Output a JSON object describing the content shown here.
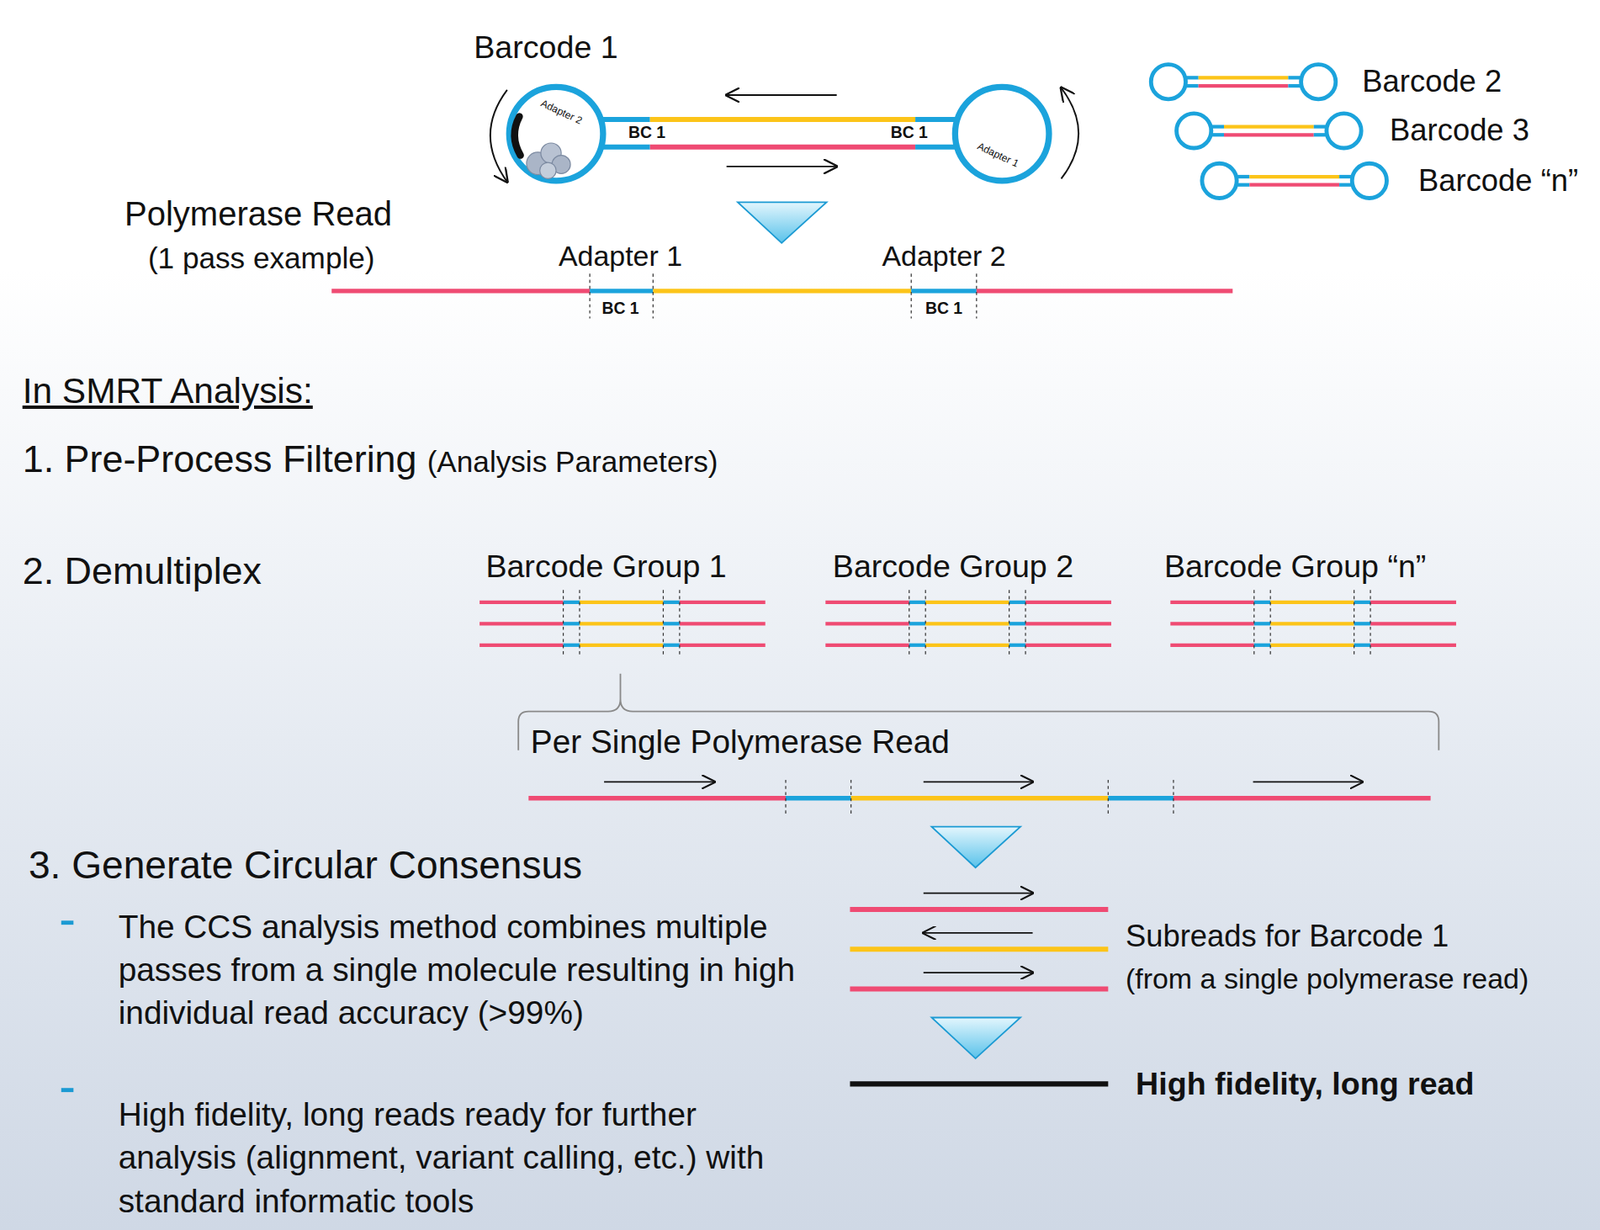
{
  "diagram": {
    "labels": [
      "Barcode 1",
      "Adapter 2",
      "BC 1",
      "BC 1",
      "Adapter 1",
      "Barcode 2",
      "Barcode 3",
      "Barcode “n”",
      "Polymerase Read",
      "(1 pass example)",
      "Adapter 1",
      "Adapter 2",
      "BC 1",
      "BC 1",
      "In SMRT Analysis:",
      "1. Pre-Process Filtering",
      "(Analysis Parameters)",
      "2. Demultiplex",
      "Barcode Group 1",
      "Barcode Group 2",
      "Barcode Group “n”",
      "Per Single Polymerase Read",
      "3. Generate Circular Consensus",
      "The CCS analysis method combines multiple passes from a single molecule resulting in high individual read accuracy (>99%)",
      "High fidelity, long reads ready for further analysis (alignment, variant calling, etc.) with standard informatic tools",
      "Subreads for Barcode 1",
      "(from a single polymerase read)",
      "High fidelity, long read"
    ]
  }
}
